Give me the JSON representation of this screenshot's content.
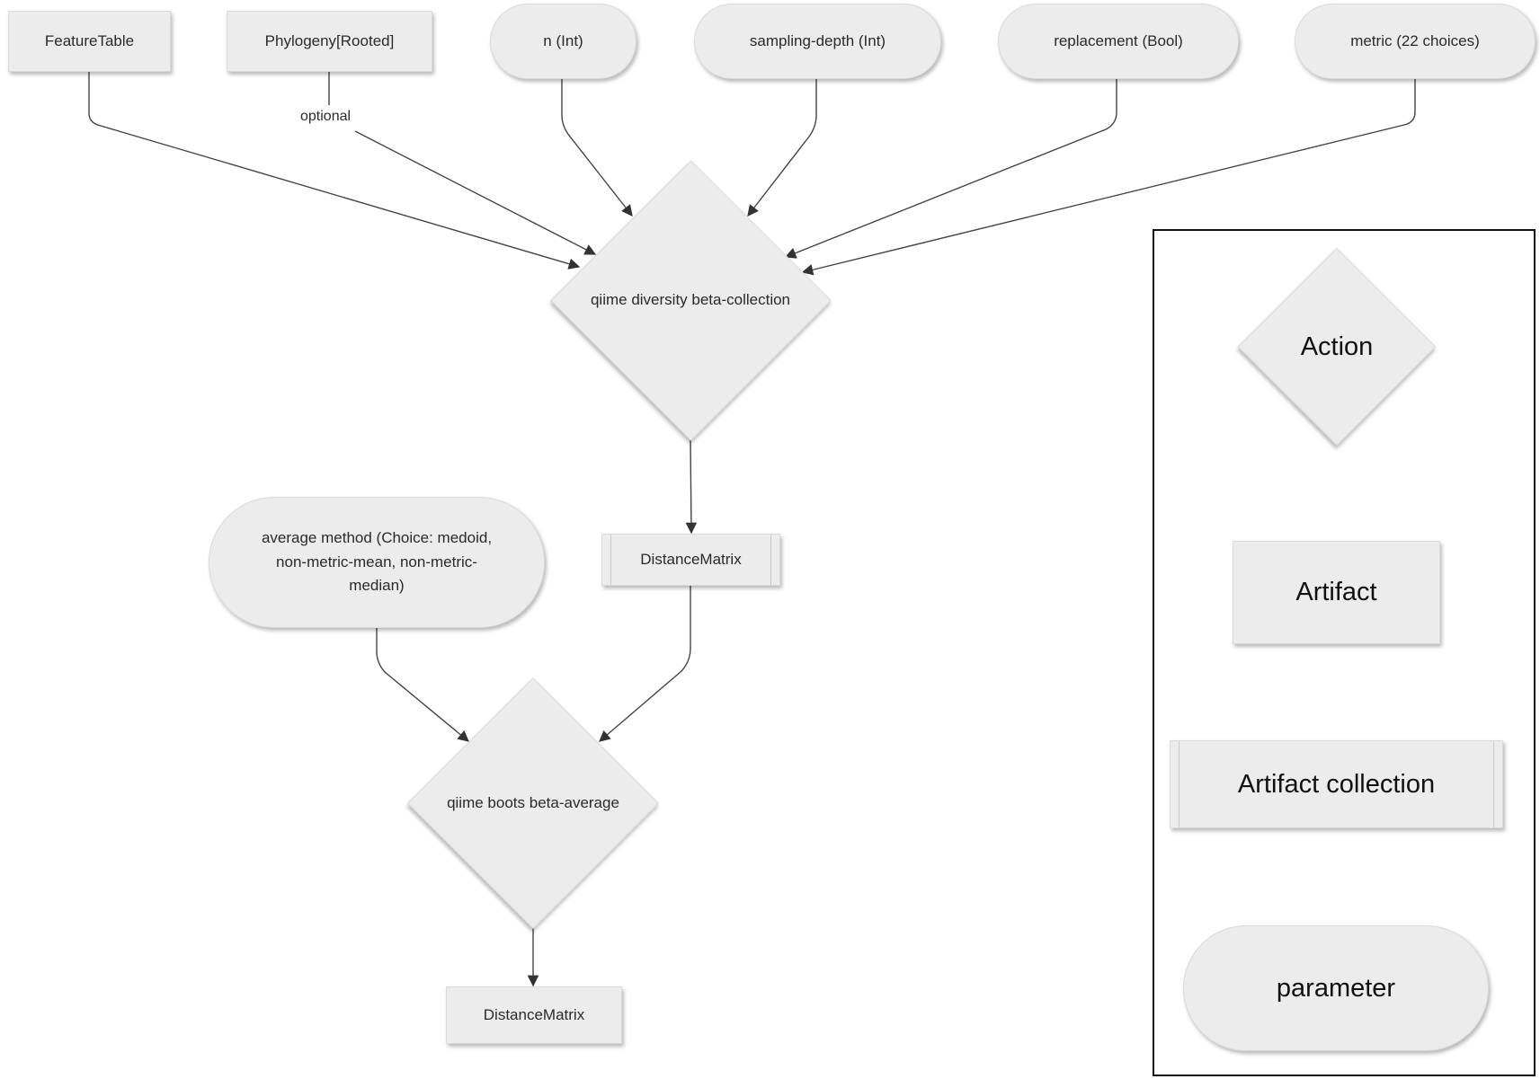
{
  "nodes": {
    "feature_table": "FeatureTable",
    "phylogeny": "Phylogeny[Rooted]",
    "n_param": "n (Int)",
    "sampling_depth": "sampling-depth (Int)",
    "replacement": "replacement (Bool)",
    "metric": "metric (22 choices)",
    "beta_collection": "qiime diversity beta-collection",
    "distance_matrix_collection": "DistanceMatrix",
    "average_method": "average method (Choice: medoid, non-metric-mean, non-metric-median)",
    "beta_average": "qiime boots beta-average",
    "distance_matrix_output": "DistanceMatrix"
  },
  "edge_labels": {
    "phylogeny_optional": "optional"
  },
  "legend": {
    "action": "Action",
    "artifact": "Artifact",
    "artifact_collection": "Artifact collection",
    "parameter": "parameter"
  }
}
